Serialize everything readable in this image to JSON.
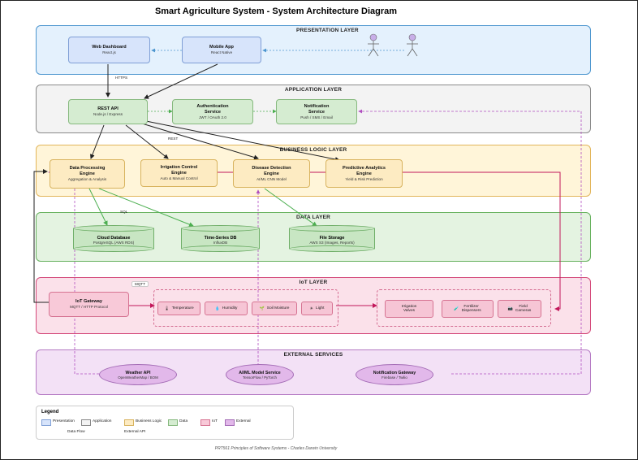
{
  "title": "Smart Agriculture System - System Architecture Diagram",
  "footer": "PRT561 Principles of Software Systems - Charles Darwin University",
  "layers": {
    "presentation": "PRESENTATION LAYER",
    "application": "APPLICATION LAYER",
    "business": "BUSINESS LOGIC LAYER",
    "data": "DATA LAYER",
    "iot": "IoT LAYER",
    "external": "EXTERNAL SERVICES"
  },
  "presentation": {
    "web": {
      "title": "Web Dashboard",
      "sub": "React.js"
    },
    "mobile": {
      "title": "Mobile App",
      "sub": "React Native"
    }
  },
  "application": {
    "rest": {
      "title": "REST API",
      "sub": "Node.js / Express"
    },
    "auth": {
      "title": "Authentication\nService",
      "sub": "JWT / OAuth 2.0"
    },
    "notify": {
      "title": "Notification\nService",
      "sub": "Push / SMS / Email"
    }
  },
  "business": {
    "processing": {
      "title": "Data Processing\nEngine",
      "sub": "Aggregation & Analysis"
    },
    "irrigation": {
      "title": "Irrigation Control\nEngine",
      "sub": "Auto & Manual Control"
    },
    "disease": {
      "title": "Disease Detection\nEngine",
      "sub": "AI/ML CNN Model"
    },
    "predictive": {
      "title": "Predictive Analytics\nEngine",
      "sub": "Yield & Risk Prediction"
    }
  },
  "data": {
    "cloud": {
      "title": "Cloud Database",
      "sub": "PostgreSQL (AWS RDS)"
    },
    "ts": {
      "title": "Time-Series DB",
      "sub": "InfluxDB"
    },
    "file": {
      "title": "File Storage",
      "sub": "AWS S3 (Images, Reports)"
    }
  },
  "iot": {
    "gateway": {
      "title": "IoT Gateway",
      "sub": "MQTT / HTTP Protocol"
    },
    "sensors": [
      "Temperature",
      "Humidity",
      "Soil Moisture",
      "Light"
    ],
    "actuators": [
      {
        "title": "Irrigation\nValves"
      },
      {
        "title": "Fertilizer\nDispensers"
      },
      {
        "title": "Field\nCameras"
      }
    ]
  },
  "external": {
    "weather": {
      "title": "Weather API",
      "sub": "OpenWeatherMap / BOM"
    },
    "aiml": {
      "title": "AI/ML Model Service",
      "sub": "TensorFlow / PyTorch"
    },
    "gateway": {
      "title": "Notification Gateway",
      "sub": "Firebase / Twilio"
    }
  },
  "edge_labels": {
    "https": "HTTPS",
    "rest": "REST",
    "sql": "SQL",
    "mqtt": "MQTT"
  },
  "legend": {
    "title": "Legend",
    "items": [
      "Presentation",
      "Application",
      "Business Logic",
      "Data",
      "IoT",
      "External"
    ],
    "colors": [
      "#d7e4fb",
      "#f3f3f3",
      "#fdebc2",
      "#d5ecd1",
      "#f8c9d8",
      "#e2b8ea"
    ],
    "borders": [
      "#7f9fd6",
      "#888888",
      "#d8b35e",
      "#86b97e",
      "#d67392",
      "#a46cb6"
    ],
    "flow": "Data Flow",
    "api": "External API"
  },
  "colors": {
    "flow": "#222222",
    "data_flow": "#4caf50",
    "api": "#b14fc0",
    "iot": "#c2185b"
  }
}
